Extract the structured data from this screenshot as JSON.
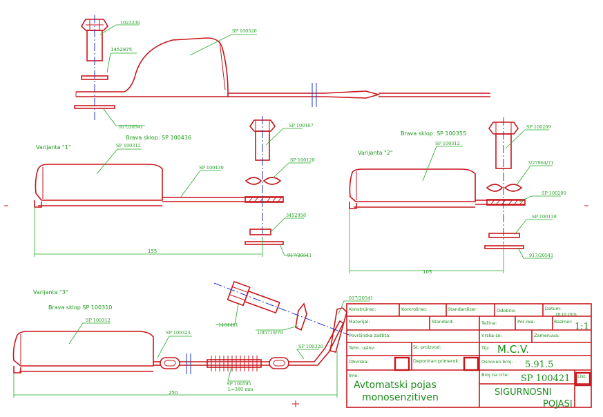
{
  "parts": {
    "p_1023230": "1023230",
    "p_1452875": "1452875",
    "p_sp100520": "SP 100520",
    "p_917_20541_top": "917/20541",
    "p_sp100167": "SP 100167",
    "p_sp100312_a": "SP 100312",
    "p_sp100430": "SP 100430",
    "p_sp100120": "SP 100120",
    "p_3452958": "3452958",
    "p_917_20541_v1": "917/20541",
    "p_sp100209": "SP 100209",
    "p_sp100312_b": "SP 100312",
    "p_3_27964_71": "3/27964/71",
    "p_sp100200": "SP 100200",
    "p_sp100139": "SP 100139",
    "p_917_20541_v2": "917/20541",
    "p_sp100312_c": "SP 100312",
    "p_sp100324": "SP 100324",
    "p_1464481": "1464481",
    "p_1_05719_79": "1/05719/79",
    "p_sp100320": "SP 100320",
    "p_917_20541_v3": "917/20541",
    "p_sp100595": "SP 100595",
    "p_len": "L=380 mm"
  },
  "headings": {
    "brava1": "Brava sklop: SP 100436",
    "varijanta1": "Varijanta \"1\"",
    "brava2": "Brava sklop: SP 100355",
    "varijanta2": "Varijanta \"2\"",
    "varijanta3": "Varijanta \"3\"",
    "brava3": "Brava sklop SP 100310"
  },
  "dimensions": {
    "d155": "155",
    "d105": "105",
    "d250": "250"
  },
  "title_block": {
    "konstruirao": "Konstruirao:",
    "kontrolirao": "Kontrolirao:",
    "standardizer": "Standardizer:",
    "odobrio": "Odobrio:",
    "datum": "Datum:",
    "datum_val": "18.10.2001",
    "materijal": "Materijal:",
    "standard": "Standard:",
    "tezina": "Težina:",
    "por_iwa": "Por-iwa:",
    "razmer": "Razmer:",
    "razmer_val": "1:1",
    "povrsinska": "Površinska zaštita:",
    "vrska_so": "Vrska so:",
    "zamenuva": "Zamenuva:",
    "tehn_uslov": "Tehn. uslov:",
    "st_proizvod": "St. proizvod:",
    "tip": "Tip:",
    "tip_val": "M.C.V.",
    "obvrska": "Obvrska:",
    "deponiran": "Deponiran primerok:",
    "osnoven_broj": "Osnoven broj:",
    "osnoven_val": "5.91.5",
    "ime": "Ime:",
    "ime_l1": "Avtomatski pojas",
    "ime_l2": "monosenzitiven",
    "broj_na_crte": "Broj na crte:",
    "broj_val": "SP 100421",
    "list": "List:",
    "name_l1": "SIGURNOSNI",
    "name_l2": "POJASI"
  }
}
